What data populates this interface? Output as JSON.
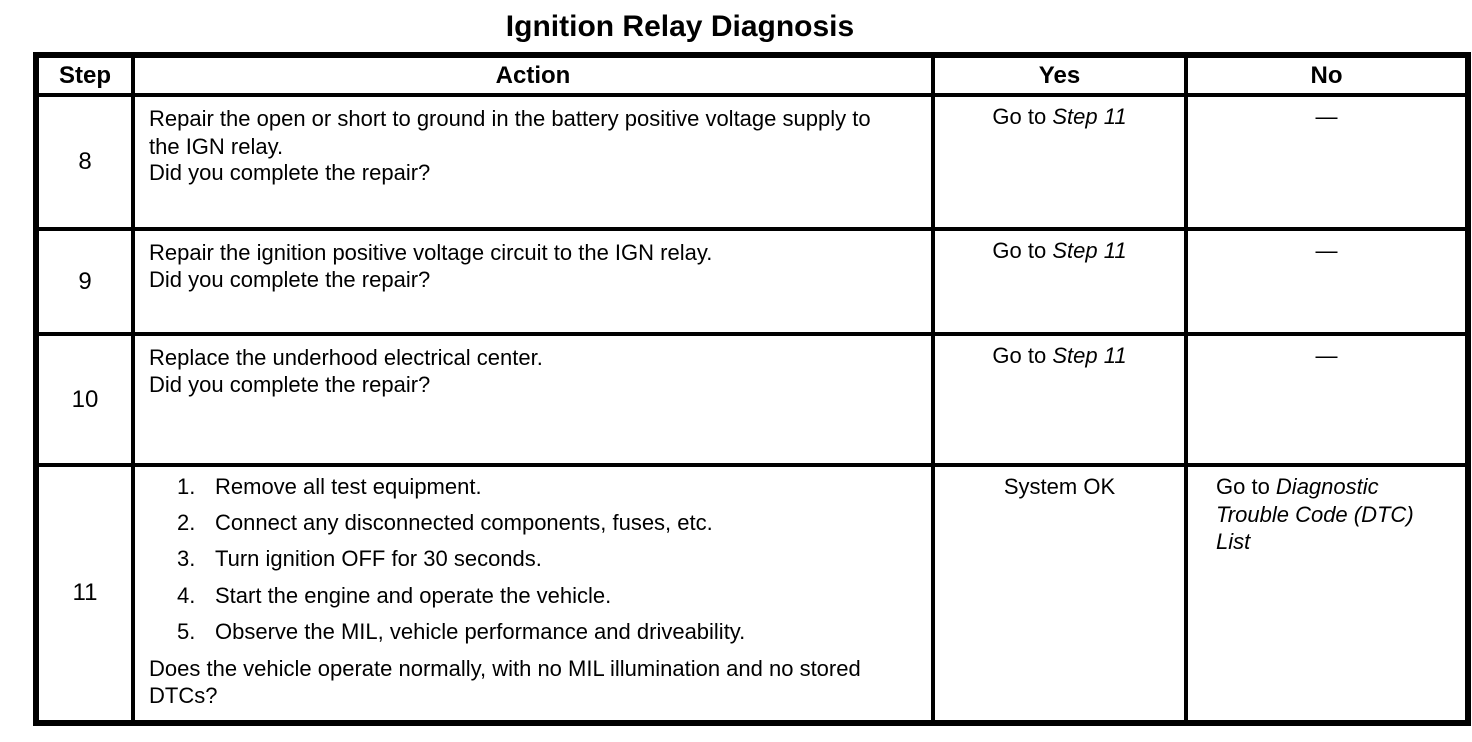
{
  "title": "Ignition Relay Diagnosis",
  "table": {
    "headers": [
      "Step",
      "Action",
      "Yes",
      "No"
    ],
    "rows": [
      {
        "step": "8",
        "paragraphs": [
          "Repair the open or short to ground in the battery positive voltage supply to the IGN relay."
        ],
        "list": [],
        "question": "Did you complete the repair?",
        "yes": [
          {
            "text": "Go to ",
            "italic": false
          },
          {
            "text": "Step 11",
            "italic": true
          }
        ],
        "no": [
          {
            "text": "—",
            "italic": false
          }
        ]
      },
      {
        "step": "9",
        "paragraphs": [
          "Repair the ignition positive voltage circuit to the IGN relay."
        ],
        "list": [],
        "question": "Did you complete the repair?",
        "yes": [
          {
            "text": "Go to ",
            "italic": false
          },
          {
            "text": "Step 11",
            "italic": true
          }
        ],
        "no": [
          {
            "text": "—",
            "italic": false
          }
        ]
      },
      {
        "step": "10",
        "paragraphs": [
          "Replace the underhood electrical center."
        ],
        "list": [],
        "question": "Did you complete the repair?",
        "yes": [
          {
            "text": "Go to ",
            "italic": false
          },
          {
            "text": "Step 11",
            "italic": true
          }
        ],
        "no": [
          {
            "text": "—",
            "italic": false
          }
        ]
      },
      {
        "step": "11",
        "paragraphs": [],
        "list": [
          "Remove all test equipment.",
          "Connect any disconnected components, fuses, etc.",
          "Turn ignition OFF for 30 seconds.",
          "Start the engine and operate the vehicle.",
          "Observe the MIL, vehicle performance and driveability."
        ],
        "question": "Does the vehicle operate normally, with no MIL illumination and no stored DTCs?",
        "yes": [
          {
            "text": "System OK",
            "italic": false
          }
        ],
        "no": [
          {
            "text": "Go to ",
            "italic": false
          },
          {
            "text": "Diagnostic Trouble Code (DTC) List",
            "italic": true
          }
        ]
      }
    ]
  }
}
